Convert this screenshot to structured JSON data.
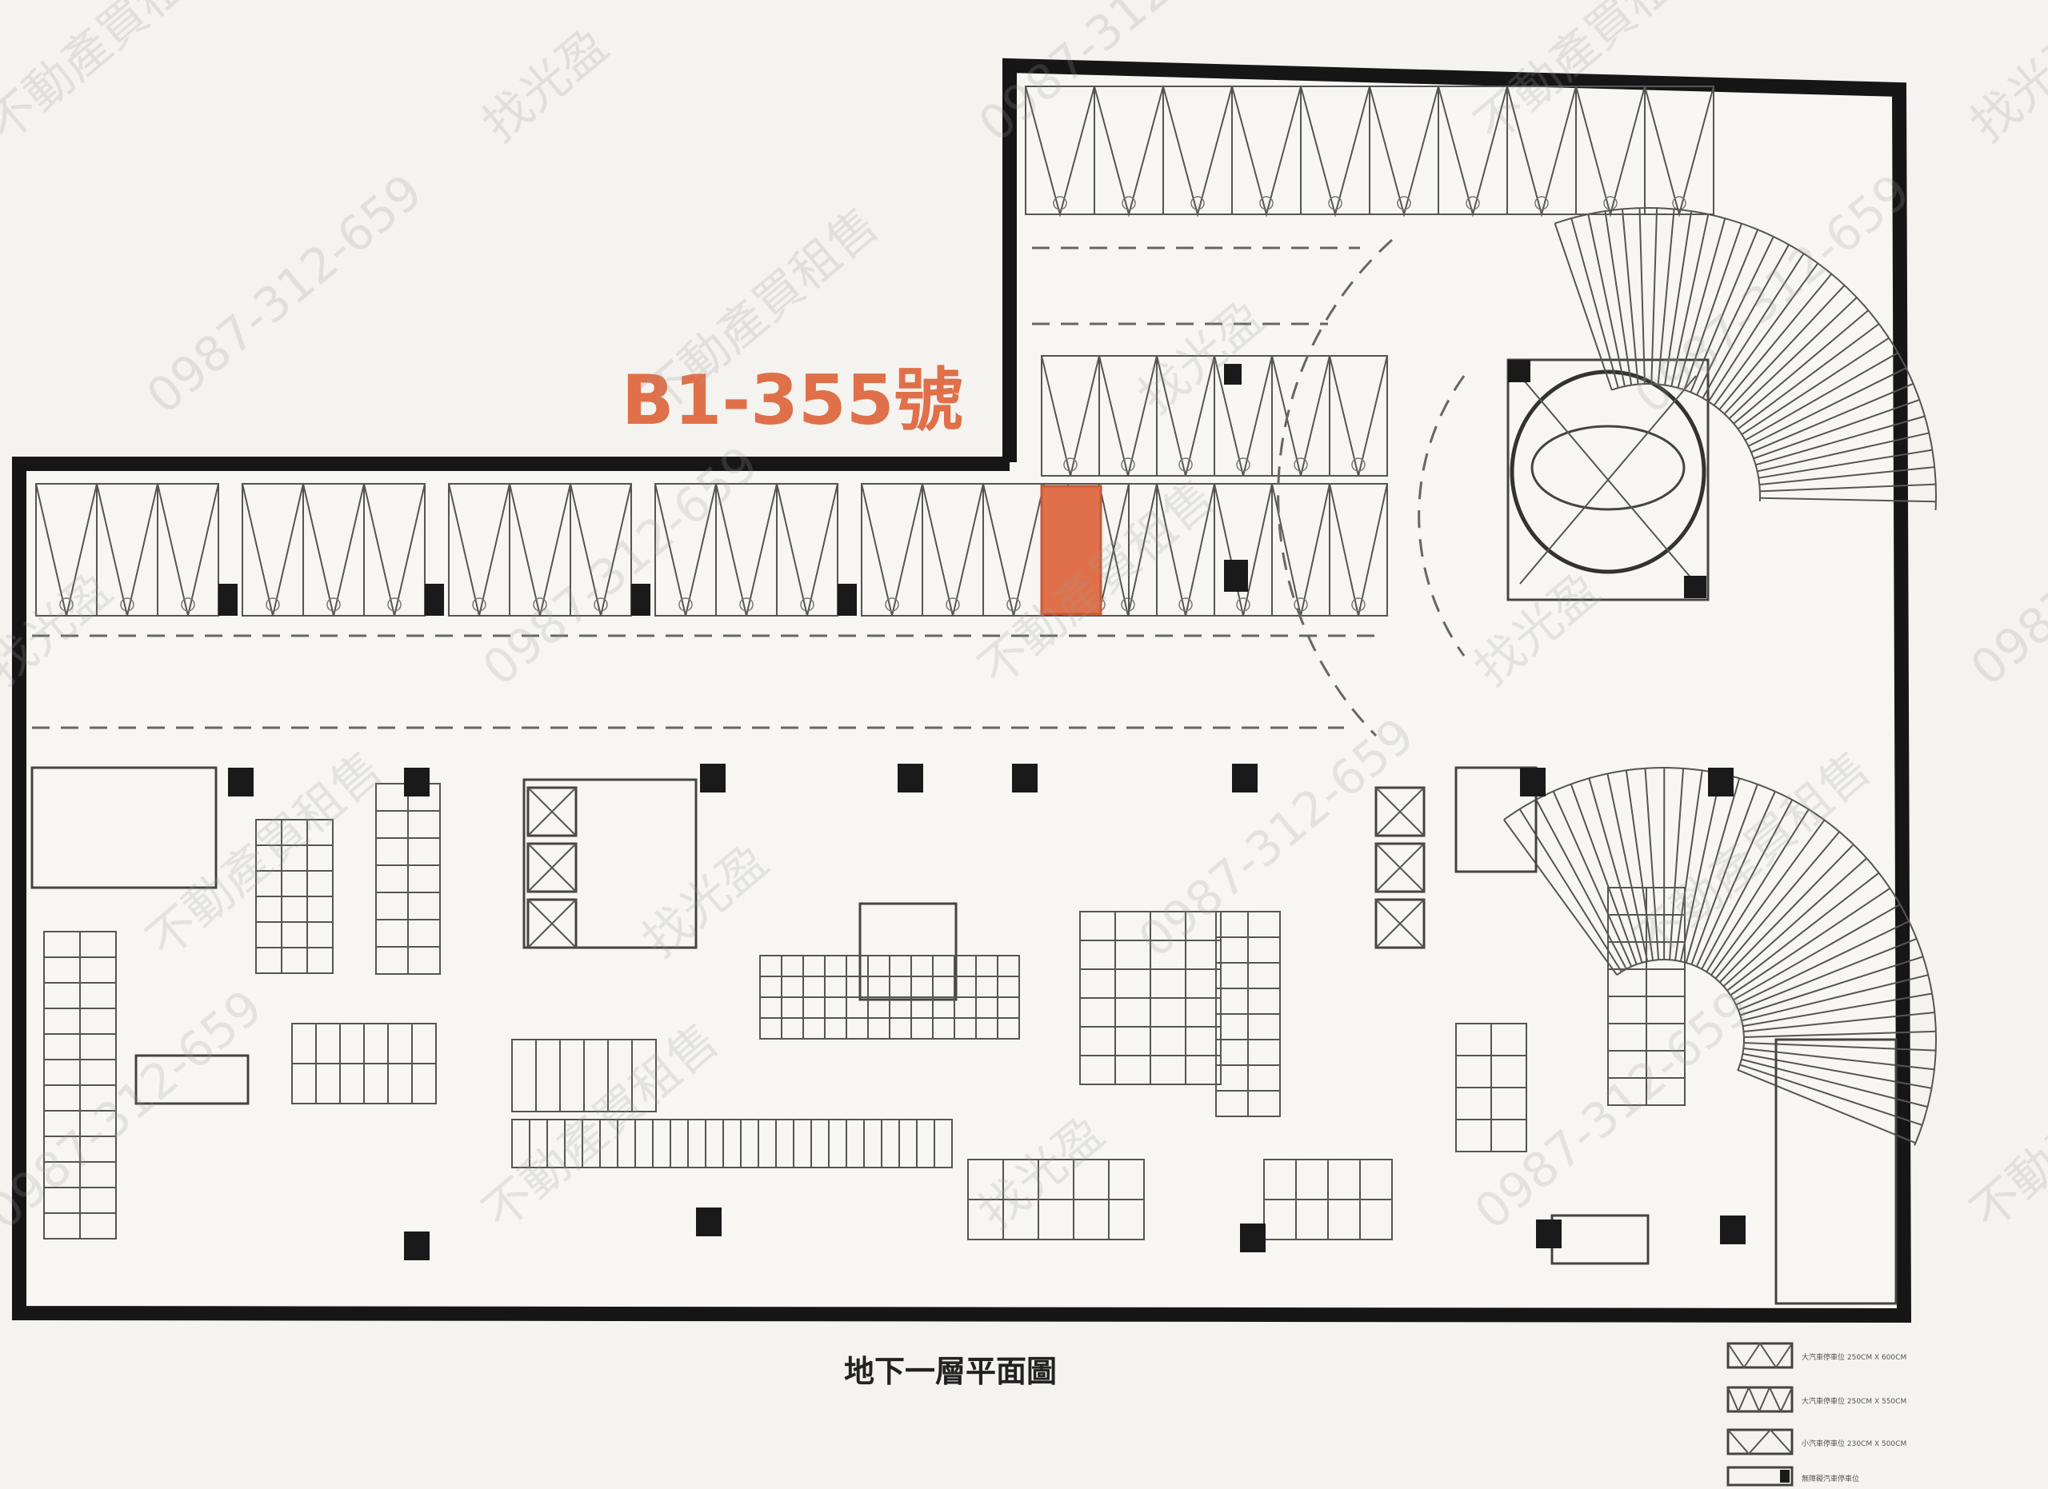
{
  "plan": {
    "highlight_label": "B1-355號",
    "title": "地下一層平面圖",
    "accent_color": "#e0704a",
    "watermark_text": [
      "不動產買租售",
      "找光盈",
      "0987-312-659"
    ]
  },
  "legend": {
    "items": [
      {
        "label": "大汽車停車位 250CM X 600CM"
      },
      {
        "label": "大汽車停車位 250CM X 550CM"
      },
      {
        "label": "小汽車停車位 230CM X 500CM"
      },
      {
        "label": "無障礙汽車停車位"
      }
    ]
  }
}
